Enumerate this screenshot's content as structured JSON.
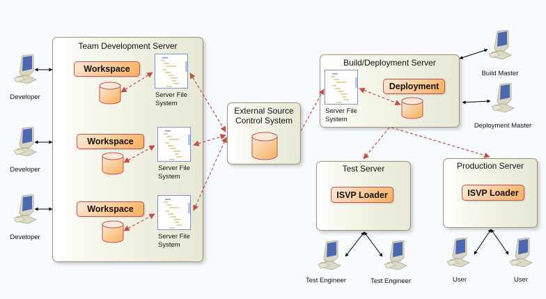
{
  "diagram": {
    "nodes": {
      "team_dev_server": {
        "title": "Team Development Server"
      },
      "external_source": {
        "title_line1": "External Source",
        "title_line2": "Control System"
      },
      "build_server": {
        "title": "Build/Deployment Server"
      },
      "test_server": {
        "title": "Test Server"
      },
      "production_server": {
        "title": "Production Server"
      }
    },
    "artifacts": {
      "workspace_1": "Workspace",
      "workspace_2": "Workspace",
      "workspace_3": "Workspace",
      "deployment": "Deployment",
      "isvp_test": "ISVP Loader",
      "isvp_prod": "ISVP Loader"
    },
    "file_system_label": {
      "line1": "Server File",
      "line2": "System"
    },
    "actors": {
      "developer_1": "Developer",
      "developer_2": "Developer",
      "developer_3": "Developer",
      "build_master": "Build Master",
      "deployment_master": "Deployment Master",
      "test_engineer_1": "Test Engineer",
      "test_engineer_2": "Test Engineer",
      "user_1": "User",
      "user_2": "User"
    },
    "colors": {
      "background": "#f7fbfd",
      "node_border": "#a08f72",
      "artifact_border": "#c0504d",
      "artifact_fill": "#f9c58d",
      "dashed_link": "#c0504d",
      "solid_link": "#000000",
      "monitor_screen": "#3f5ea8"
    }
  }
}
